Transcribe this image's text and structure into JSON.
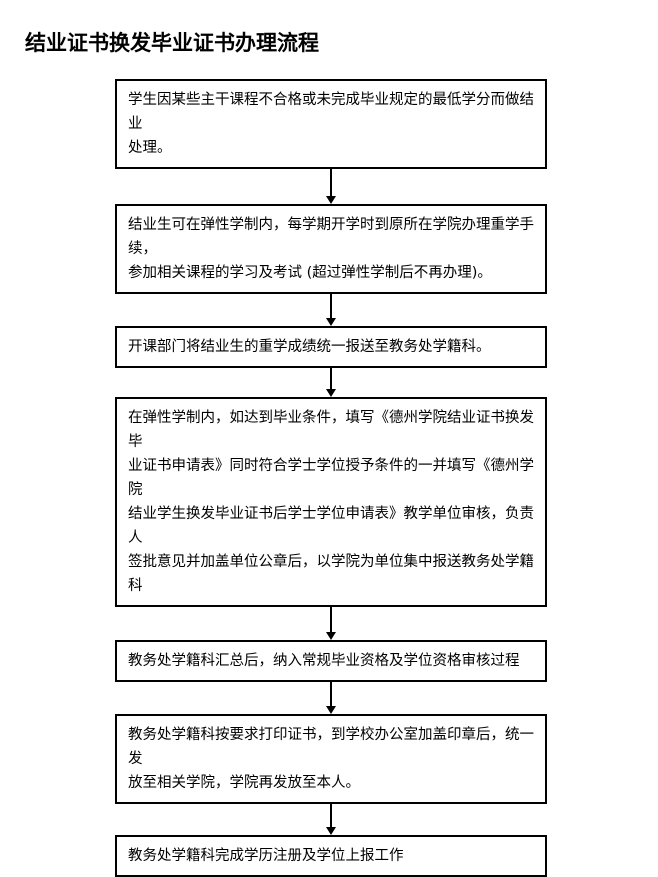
{
  "page": {
    "title": "结业证书换发毕业证书办理流程",
    "background_color": "#ffffff",
    "line_color": "#000000"
  },
  "chart_data": {
    "type": "diagram",
    "subtype": "flowchart",
    "orientation": "vertical-top-to-bottom",
    "title": "结业证书换发毕业证书办理流程",
    "node_count": 7,
    "connector_count": 6,
    "connector_style": "straight-line-with-arrowhead",
    "nodes": [
      {
        "id": "step-1",
        "order": 1,
        "shape": "rectangle",
        "text": "学生因某些主干课程不合格或未完成毕业规定的最低学分而做结业\n处理。"
      },
      {
        "id": "step-2",
        "order": 2,
        "shape": "rectangle",
        "text": "结业生可在弹性学制内，每学期开学时到原所在学院办理重学手续，\n参加相关课程的学习及考试 (超过弹性学制后不再办理)。"
      },
      {
        "id": "step-3",
        "order": 3,
        "shape": "rectangle",
        "text": "开课部门将结业生的重学成绩统一报送至教务处学籍科。"
      },
      {
        "id": "step-4",
        "order": 4,
        "shape": "rectangle",
        "text": "在弹性学制内，如达到毕业条件，填写《德州学院结业证书换发毕\n业证书申请表》同时符合学士学位授予条件的一并填写《德州学院\n结业学生换发毕业证书后学士学位申请表》教学单位审核，负责人\n签批意见并加盖单位公章后，以学院为单位集中报送教务处学籍科"
      },
      {
        "id": "step-5",
        "order": 5,
        "shape": "rectangle",
        "text": "教务处学籍科汇总后，纳入常规毕业资格及学位资格审核过程"
      },
      {
        "id": "step-6",
        "order": 6,
        "shape": "rectangle",
        "text": "教务处学籍科按要求打印证书，到学校办公室加盖印章后，统一发\n放至相关学院，学院再发放至本人。"
      },
      {
        "id": "step-7",
        "order": 7,
        "shape": "rectangle",
        "text": "教务处学籍科完成学历注册及学位上报工作"
      }
    ],
    "edges": [
      {
        "from": "step-1",
        "to": "step-2",
        "label": ""
      },
      {
        "from": "step-2",
        "to": "step-3",
        "label": ""
      },
      {
        "from": "step-3",
        "to": "step-4",
        "label": ""
      },
      {
        "from": "step-4",
        "to": "step-5",
        "label": ""
      },
      {
        "from": "step-5",
        "to": "step-6",
        "label": ""
      },
      {
        "from": "step-6",
        "to": "step-7",
        "label": ""
      }
    ]
  }
}
